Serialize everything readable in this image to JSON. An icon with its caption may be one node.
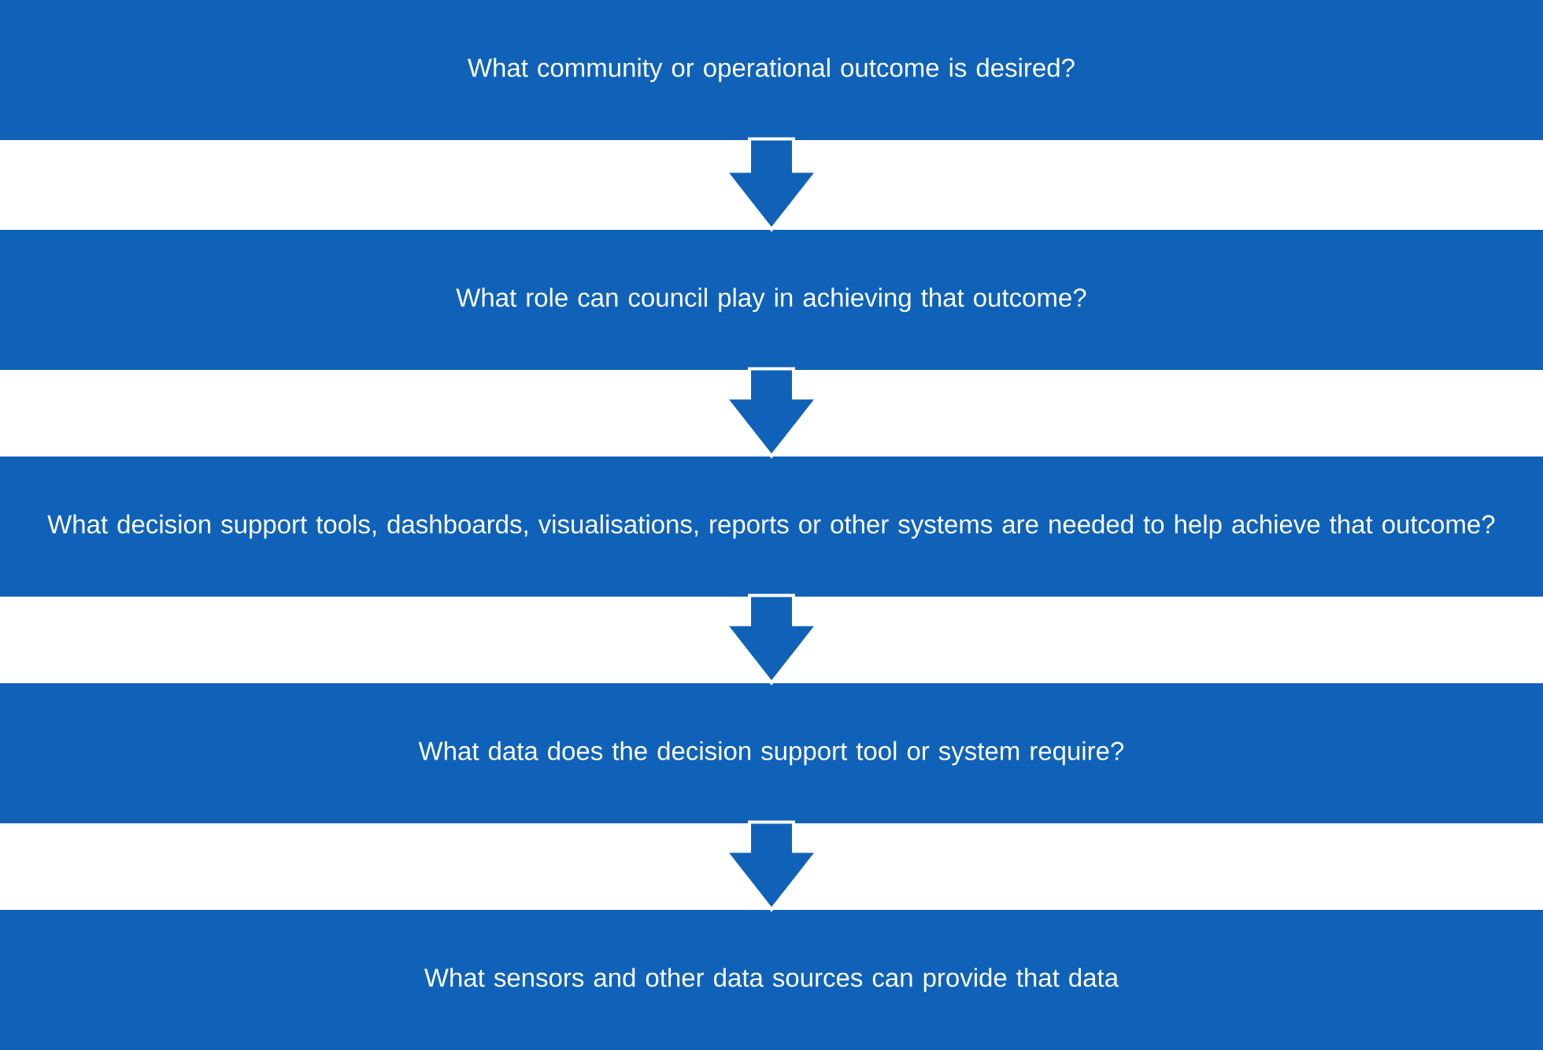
{
  "diagram": {
    "nodes": [
      {
        "text": [
          "What community or operational outcome is desired?"
        ]
      },
      {
        "text": [
          "What role can council play in achieving that outcome?"
        ]
      },
      {
        "text": [
          "What decision support tools, dashboards, visualisations, reports or other systems are needed to help achieve that outcome?"
        ]
      },
      {
        "text": [
          "What data does the decision support tool or system require?"
        ]
      },
      {
        "text": [
          "What sensors and other data sources can provide that data"
        ]
      }
    ],
    "edges": [
      {
        "from": 0,
        "to": 1,
        "arrow": "to"
      },
      {
        "from": 1,
        "to": 2,
        "arrow": "to"
      },
      {
        "from": 2,
        "to": 3,
        "arrow": "to"
      },
      {
        "from": 3,
        "to": 4,
        "arrow": "to"
      }
    ]
  }
}
